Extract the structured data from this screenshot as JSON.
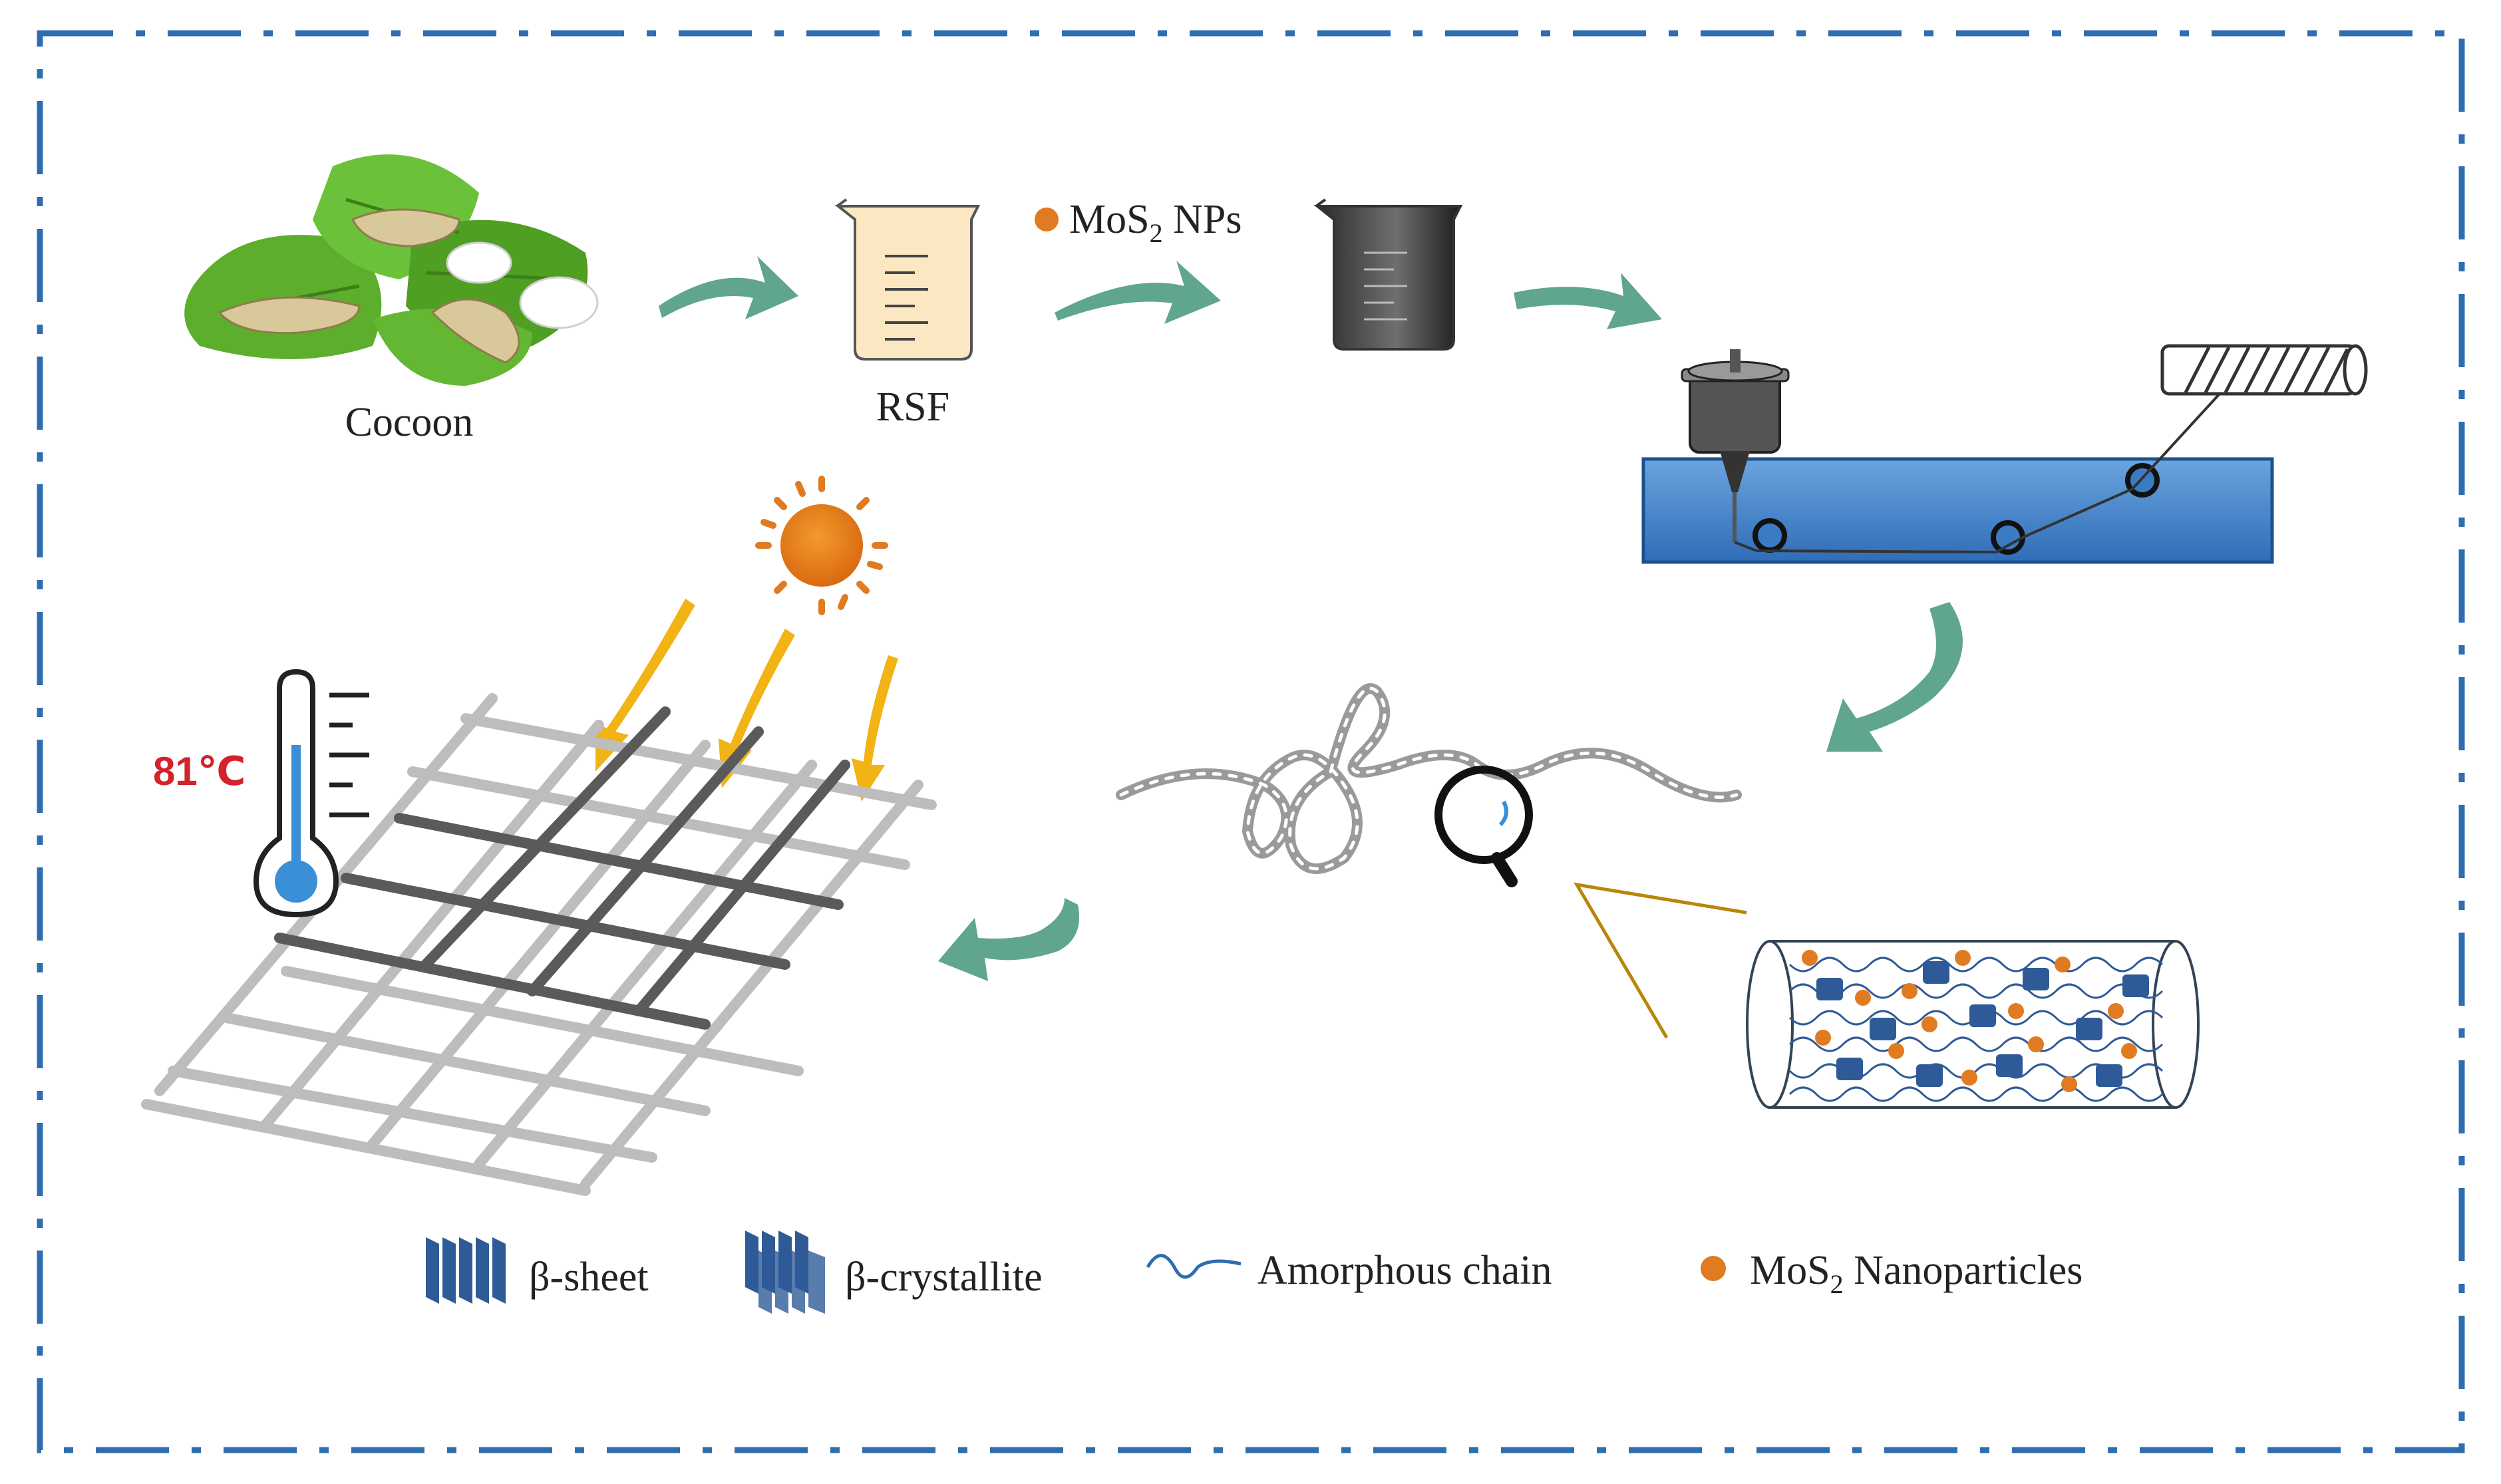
{
  "labels": {
    "cocoon": "Cocoon",
    "rsf": "RSF",
    "mos2_np_prefix": "MoS",
    "mos2_np_sub": "2",
    "mos2_np_suffix": " NPs",
    "temperature": "81℃"
  },
  "legend": {
    "beta_sheet": "β-sheet",
    "beta_crystallite": "β-crystallite",
    "amorphous_chain": "Amorphous chain",
    "nanoparticles_prefix": "MoS",
    "nanoparticles_sub": "2",
    "nanoparticles_suffix": " Nanoparticles"
  },
  "colors": {
    "frame": "#2f6db0",
    "arrow": "#5fa58f",
    "orange": "#e07b22",
    "bath": "#3a7cc4",
    "crystal": "#2e5b97",
    "temperature": "#d3222a",
    "sun_ray": "#f2b315"
  },
  "icons": [
    "leaf-icon",
    "beaker-icon",
    "sun-icon",
    "thermometer-icon",
    "magnifier-icon",
    "spool-icon",
    "spinneret-icon"
  ]
}
